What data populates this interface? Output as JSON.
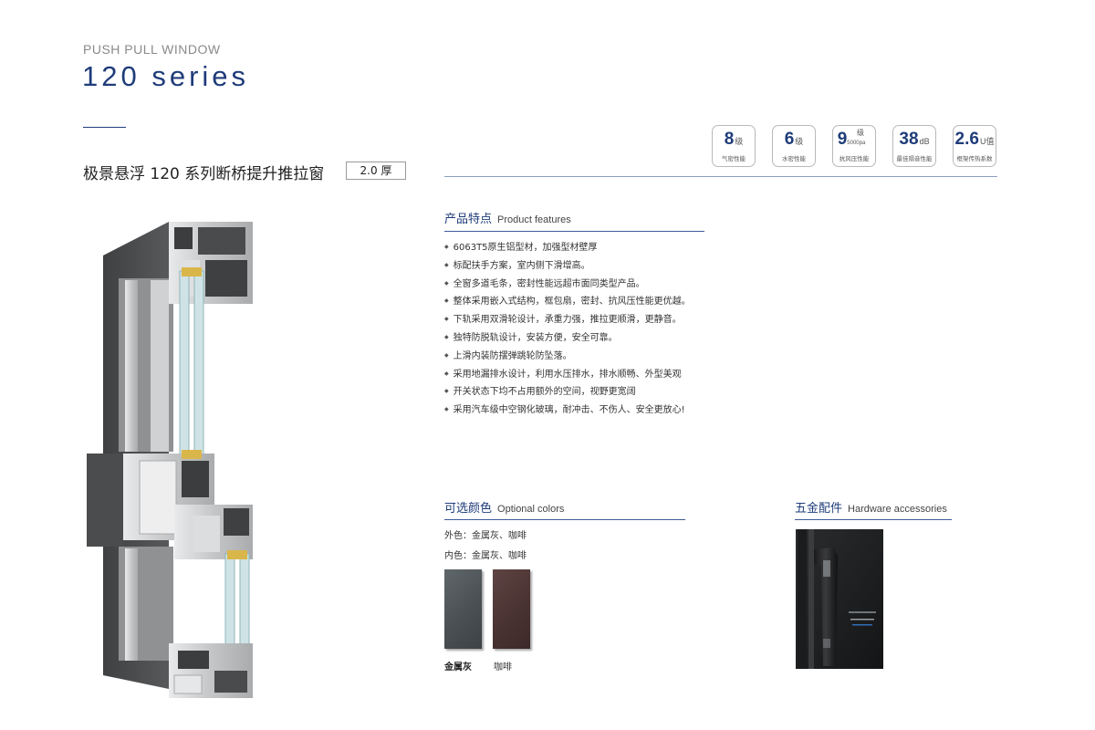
{
  "header": {
    "eyebrow": "PUSH PULL WINDOW",
    "series": "120  series"
  },
  "product": {
    "title": "极景悬浮 120 系列断桥提升推拉窗",
    "thickness": "2.0 厚"
  },
  "specs": [
    {
      "value": "8",
      "unit": "级",
      "label": "气密性能"
    },
    {
      "value": "6",
      "unit": "级",
      "label": "水密性能"
    },
    {
      "value": "9",
      "unit": "级",
      "small": "5000pa",
      "label": "抗风压性能"
    },
    {
      "value": "38",
      "unit": "dB",
      "label": "最佳隔音性能"
    },
    {
      "value": "2.6",
      "unit": "U值",
      "label": "框架传热系数"
    }
  ],
  "features": {
    "title_cn": "产品特点",
    "title_en": "Product features",
    "items": [
      "6063T5原生铝型材，加强型材壁厚",
      "标配扶手方案，室内侧下滑增高。",
      "全窗多道毛条，密封性能远超市面同类型产品。",
      "整体采用嵌入式结构，框包扇，密封、抗风压性能更优越。",
      "下轨采用双滑轮设计，承重力强，推拉更顺滑，更静音。",
      "独特防脱轨设计，安装方便，安全可靠。",
      "上滑内装防摆弹跳轮防坠落。",
      "采用地漏排水设计，利用水压排水，排水顺畅、外型美观",
      "开关状态下均不占用额外的空间，视野更宽阔",
      "采用汽车级中空钢化玻璃，耐冲击、不伤人、安全更放心!"
    ]
  },
  "colors": {
    "title_cn": "可选颜色",
    "title_en": "Optional colors",
    "outer": "外色：金属灰、咖啡",
    "inner": "内色：金属灰、咖啡",
    "swatches": [
      {
        "name": "金属灰",
        "color": "#4f5558"
      },
      {
        "name": "咖啡",
        "color": "#4a3332"
      }
    ]
  },
  "hardware": {
    "title_cn": "五金配件",
    "title_en": "Hardware accessories"
  },
  "theme": {
    "accent": "#1f3c7a",
    "profile_dark": "#4a4a4c",
    "aluminium": "#c9cbcc"
  }
}
